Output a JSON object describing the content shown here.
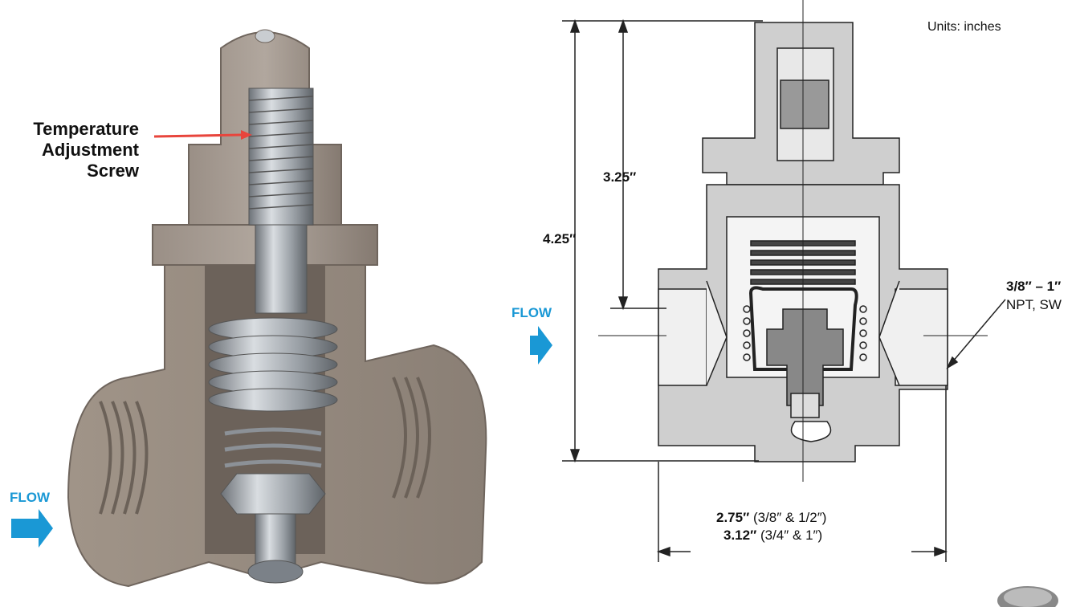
{
  "left_illustration": {
    "callout": {
      "line1": "Temperature",
      "line2": "Adjustment",
      "line3": "Screw"
    },
    "flow_label": "FLOW"
  },
  "drawing": {
    "units_note": "Units: inches",
    "flow_label": "FLOW",
    "dim_overall_height": "4.25″",
    "dim_inner_height": "3.25″",
    "connection_size": "3/8″ – 1″",
    "connection_type": "NPT, SW",
    "width_1_value": "2.75″",
    "width_1_note": "(3/8″ & 1/2″)",
    "width_2_value": "3.12″",
    "width_2_note": "(3/4″ & 1″)"
  },
  "colors": {
    "flow_blue": "#1a98d5",
    "callout_red": "#e8453c",
    "metal": "#8f8379"
  }
}
